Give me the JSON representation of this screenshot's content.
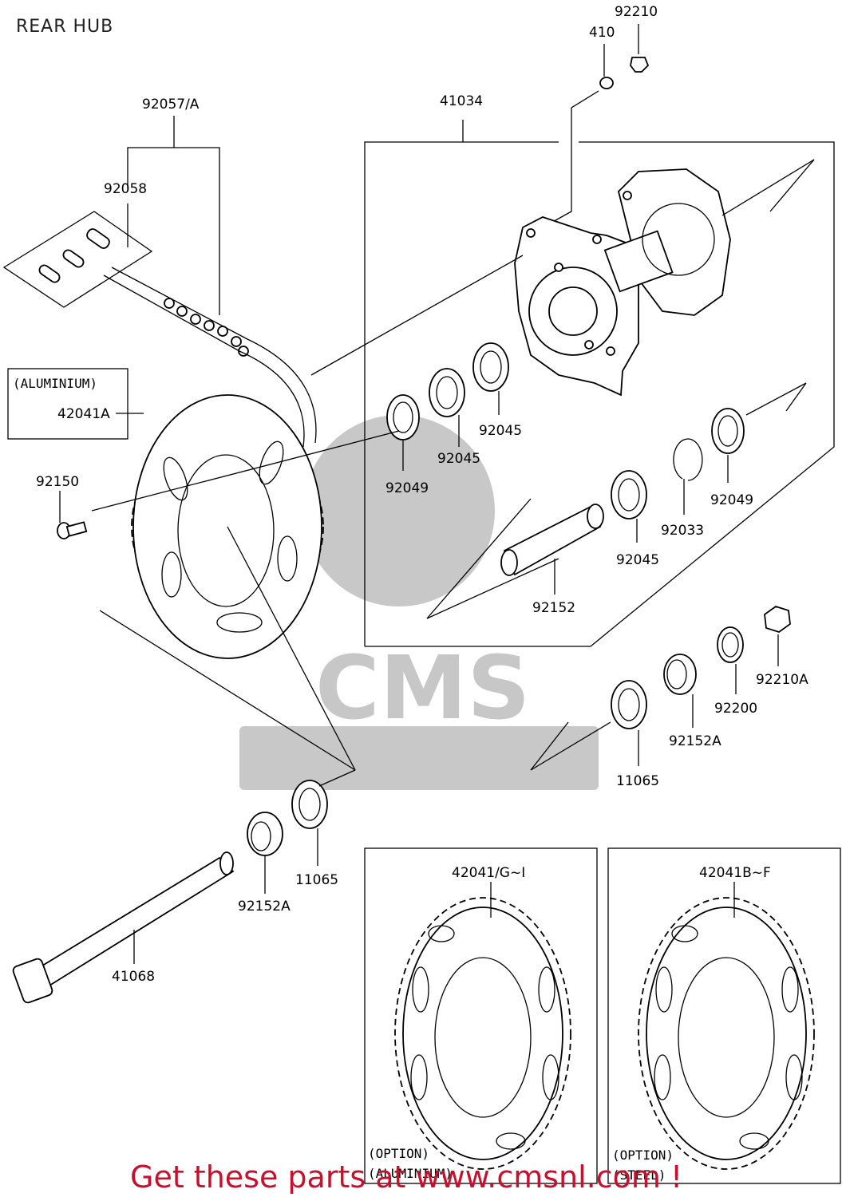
{
  "title": "REAR HUB",
  "labels": {
    "p92210": "92210",
    "p410": "410",
    "p41034": "41034",
    "p92057A": "92057/A",
    "p92058": "92058",
    "aluminium_box": "(ALUMINIUM)",
    "p42041A": "42041A",
    "p92150": "92150",
    "p92045_a": "92045",
    "p92045_b": "92045",
    "p92049_a": "92049",
    "p92049_b": "92049",
    "p92033": "92033",
    "p92045_c": "92045",
    "p92152": "92152",
    "p92210A": "92210A",
    "p92200": "92200",
    "p92152A_a": "92152A",
    "p11065_a": "11065",
    "p11065_b": "11065",
    "p92152A_b": "92152A",
    "p41068": "41068",
    "p42041GI": "42041/G~I",
    "p42041BF": "42041B~F",
    "option_alu_1": "(OPTION)",
    "option_alu_2": "(ALUMINIUM)",
    "option_steel_1": "(OPTION)",
    "option_steel_2": "(STEEL)"
  },
  "watermark": {
    "text": "CMS"
  },
  "banner": "Get these parts at www.cmsnl.com !",
  "colors": {
    "banner": "#c8102e",
    "line": "#000000"
  }
}
